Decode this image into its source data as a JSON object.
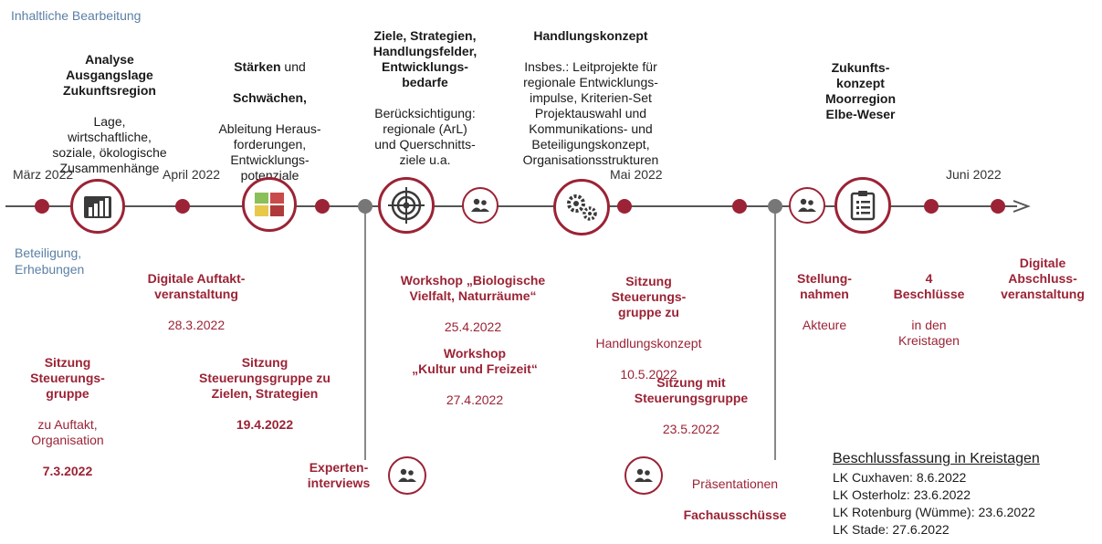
{
  "colors": {
    "accent": "#9b2335",
    "line": "#555555",
    "gray_dot": "#777777",
    "blue_text": "#5b7fa6"
  },
  "labels": {
    "inhaltlich": "Inhaltliche Bearbeitung",
    "beteiligung": "Beteiligung,\nErhebungen"
  },
  "months": {
    "maerz": "März 2022",
    "april": "April 2022",
    "mai": "Mai 2022",
    "juni": "Juni 2022"
  },
  "phases": {
    "analyse": {
      "title": "Analyse\nAusgangslage\nZukunftsregion",
      "detail": "Lage,\nwirtschaftliche,\nsoziale, ökologische\nZusammenhänge"
    },
    "staerken": {
      "title_bold": "Stärken",
      "title_rest": " und",
      "title2": "Schwächen,",
      "detail": "Ableitung Heraus-\nforderungen,\nEntwicklungs-\npotenziale"
    },
    "ziele": {
      "title": "Ziele, Strategien,\nHandlungsfelder,\nEntwicklungs-\nbedarfe",
      "detail": "Berücksichtigung:\nregionale (ArL)\nund Querschnitts-\nziele u.a."
    },
    "handlung": {
      "title": "Handlungskonzept",
      "detail": "Insbes.: Leitprojekte für\nregionale Entwicklungs-\nimpulse, Kriterien-Set\nProjektauswahl und\nKommunikations- und\nBeteiligungskonzept,\nOrganisationsstrukturen"
    },
    "zukunft": {
      "title": "Zukunfts-\nkonzept\nMoorregion\nElbe-Weser"
    }
  },
  "events": {
    "auftakt": {
      "title": "Digitale Auftakt-\nveranstaltung",
      "date": "28.3.2022"
    },
    "sitzung1": {
      "title": "Sitzung\nSteuerungs-\ngruppe",
      "detail": "zu Auftakt,\nOrganisation",
      "date": "7.3.2022"
    },
    "sitzung2": {
      "title": "Sitzung\nSteuerungsgruppe zu\nZielen, Strategien",
      "date": "19.4.2022"
    },
    "workshop1": {
      "title": "Workshop „Biologische\nVielfalt, Naturräume“",
      "date": "25.4.2022"
    },
    "workshop2": {
      "title": "Workshop\n„Kultur und Freizeit“",
      "date": "27.4.2022"
    },
    "sitzung3": {
      "title": "Sitzung\nSteuerungs-\ngruppe zu",
      "detail": "Handlungskonzept",
      "date": "10.5.2022"
    },
    "sitzung4": {
      "title": "Sitzung mit\nSteuerungsgruppe",
      "date": "23.5.2022"
    },
    "stellung": {
      "title": "Stellung-\nnahmen",
      "detail": "Akteure"
    },
    "beschluesse": {
      "title": "4\nBeschlüsse",
      "detail": "in den\nKreistagen"
    },
    "abschluss": {
      "title": "Digitale\nAbschluss-\nveranstaltung"
    },
    "experten": {
      "title": "Experten-\ninterviews"
    },
    "praesentation": {
      "title_line1": "Präsentationen",
      "title_line2": "Fachausschüsse"
    }
  },
  "beschluss": {
    "heading": "Beschlussfassung in Kreistagen",
    "items": [
      "LK Cuxhaven:  8.6.2022",
      "LK Osterholz: 23.6.2022",
      "LK Rotenburg (Wümme): 23.6.2022",
      "LK Stade: 27.6.2022"
    ]
  }
}
